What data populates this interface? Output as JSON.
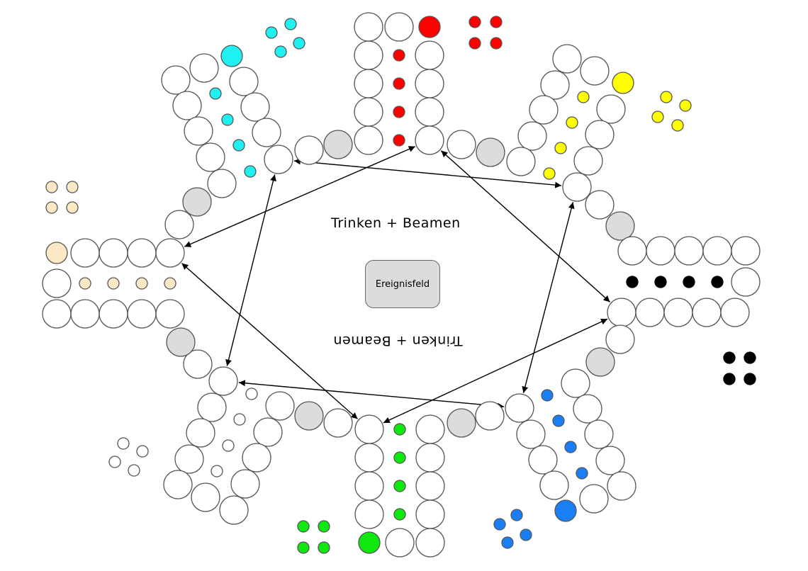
{
  "board": {
    "center_label_top": "Trinken + Beamen",
    "center_label_bottom": "Trinken + Beamen",
    "event_field_label": "Ereignisfeld"
  },
  "colors": {
    "red": "#ff0000",
    "yellow": "#ffff00",
    "black": "#000000",
    "blue": "#1a7ff5",
    "green": "#10e810",
    "white": "#ffffff",
    "beige": "#fbe9c5",
    "cyan": "#1ff0f0",
    "special_field": "#dcdcdc",
    "empty_field": "#ffffff"
  },
  "players": [
    {
      "name": "red",
      "pieces_in_start": 4,
      "pieces_in_home_column": 4,
      "piece_on_entry": true
    },
    {
      "name": "yellow",
      "pieces_in_start": 4,
      "pieces_in_home_column": 4,
      "piece_on_entry": true
    },
    {
      "name": "black",
      "pieces_in_start": 4,
      "pieces_in_home_column": 4,
      "piece_on_entry": false
    },
    {
      "name": "blue",
      "pieces_in_start": 4,
      "pieces_in_home_column": 4,
      "piece_on_entry": true
    },
    {
      "name": "green",
      "pieces_in_start": 4,
      "pieces_in_home_column": 4,
      "piece_on_entry": true
    },
    {
      "name": "white",
      "pieces_in_start": 4,
      "pieces_in_home_column": 4,
      "piece_on_entry": false
    },
    {
      "name": "beige",
      "pieces_in_start": 4,
      "pieces_in_home_column": 4,
      "piece_on_entry": true
    },
    {
      "name": "cyan",
      "pieces_in_start": 4,
      "pieces_in_home_column": 4,
      "piece_on_entry": true
    }
  ],
  "teleport_links": [
    [
      "cyan-exit",
      "yellow-exit"
    ],
    [
      "beige-exit",
      "red-exit"
    ],
    [
      "cyan-exit",
      "white-exit"
    ],
    [
      "red-exit",
      "black-exit"
    ],
    [
      "yellow-exit",
      "blue-exit"
    ],
    [
      "beige-exit",
      "green-exit"
    ],
    [
      "white-exit",
      "blue-exit"
    ],
    [
      "green-exit",
      "black-exit"
    ]
  ]
}
